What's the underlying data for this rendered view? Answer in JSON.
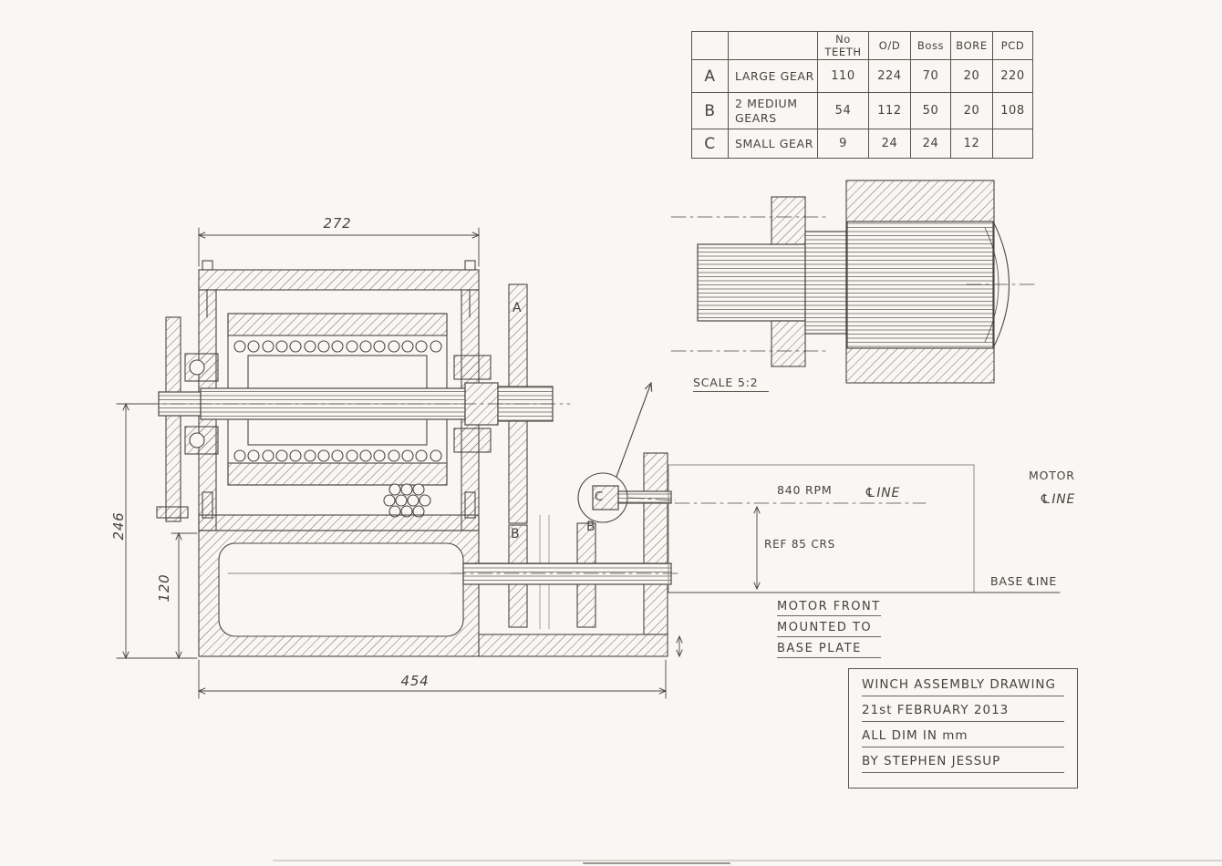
{
  "colors": {
    "pencil": "#4a4843",
    "paper": "#f8f7f3"
  },
  "gear_table": {
    "headers": {
      "teeth": "No TEETH",
      "od": "O/D",
      "boss": "Boss",
      "bore": "BORE",
      "pcd": "PCD"
    },
    "rows": [
      {
        "id": "A",
        "name": "LARGE GEAR",
        "teeth": "110",
        "od": "224",
        "boss": "70",
        "bore": "20",
        "pcd": "220"
      },
      {
        "id": "B",
        "name": "2 MEDIUM GEARS",
        "teeth": "54",
        "od": "112",
        "boss": "50",
        "bore": "20",
        "pcd": "108"
      },
      {
        "id": "C",
        "name": "SMALL GEAR",
        "teeth": "9",
        "od": "24",
        "boss": "24",
        "bore": "12",
        "pcd": ""
      }
    ]
  },
  "dimensions": {
    "drum_width": "272",
    "overall_length": "454",
    "centre_height": "246",
    "base_height": "120"
  },
  "part_labels": {
    "a": "A",
    "b1": "B",
    "b2": "B",
    "c": "C"
  },
  "detail_view": {
    "scale_label": "SCALE 5:2"
  },
  "annotations": {
    "rpm": "840 RPM",
    "centre_line": "℄INE",
    "motor_word": "MOTOR",
    "motor_centre_line": "℄INE",
    "ref_centres": "REF 85 CRS",
    "base_line": "BASE ℄INE",
    "note_line1": "MOTOR FRONT",
    "note_line2": "MOUNTED TO",
    "note_line3": "BASE PLATE"
  },
  "title_block": {
    "title": "WINCH ASSEMBLY DRAWING",
    "date": "21st FEBRUARY 2013",
    "units": "ALL DIM IN mm",
    "author": "BY STEPHEN JESSUP"
  }
}
